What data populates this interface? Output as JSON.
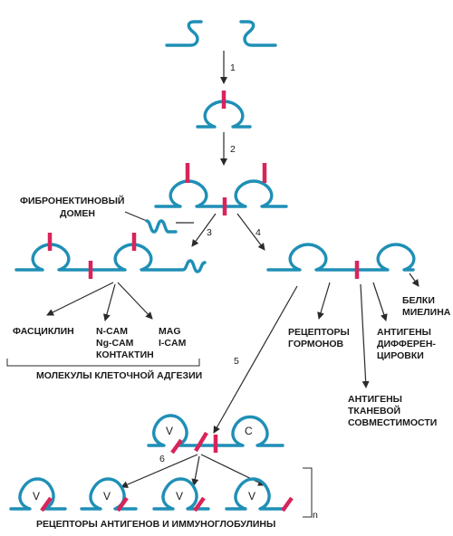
{
  "steps": [
    "1",
    "2",
    "3",
    "4",
    "5",
    "6"
  ],
  "labels": {
    "fibronectin": [
      "ФИБРОНЕКТИНОВЫЙ",
      "ДОМЕН"
    ],
    "fasciclin": "ФАСЦИКЛИН",
    "ncam": [
      "N-CAM",
      "Ng-CAM",
      "КОНТАКТИН"
    ],
    "mag": [
      "MAG",
      "I-CAM"
    ],
    "adhesion": "МОЛЕКУЛЫ КЛЕТОЧНОЙ АДГЕЗИИ",
    "hormone": [
      "РЕЦЕПТОРЫ",
      "ГОРМОНОВ"
    ],
    "histo": [
      "АНТИГЕНЫ",
      "ТКАНЕВОЙ",
      "СОВМЕСТИМОСТИ"
    ],
    "diff": [
      "АНТИГЕНЫ",
      "ДИФФЕРЕН-",
      "ЦИРОВКИ"
    ],
    "myelin": [
      "БЕЛКИ",
      "МИЕЛИНА"
    ],
    "domain_v": "V",
    "domain_c": "C",
    "receptors": "РЕЦЕПТОРЫ АНТИГЕНОВ И ИММУНОГЛОБУЛИНЫ",
    "n": "n"
  },
  "colors": {
    "chain": "#1f8fb6",
    "disulfide": "#d8245a"
  }
}
